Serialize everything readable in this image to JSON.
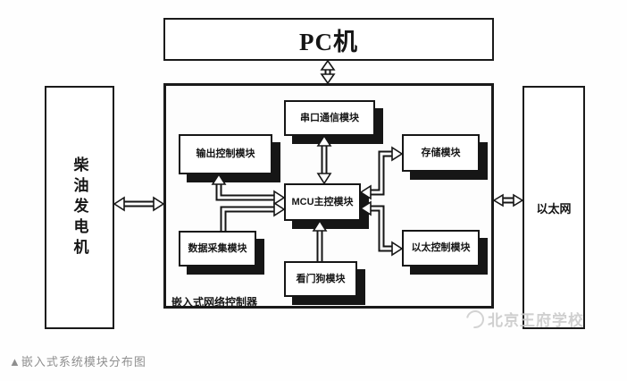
{
  "diagram": {
    "pc_box": "PC机",
    "left_box": "柴油发电机",
    "right_box": "以太网",
    "container_label": "嵌入式网络控制器",
    "modules": {
      "serial": "串口通信模块",
      "output_control": "输出控制模块",
      "mcu": "MCU主控模块",
      "data_acquisition": "数据采集模块",
      "watchdog": "看门狗模块",
      "storage": "存储模块",
      "ethernet_control": "以太控制模块"
    }
  },
  "caption": "▲嵌入式系统模块分布图",
  "watermark": "北京王府学校",
  "colors": {
    "line": "#161616",
    "box_border": "#1a1a1a",
    "shadow": "#161616",
    "background": "#fefefe",
    "caption_text": "#8f8f8f",
    "watermark_text": "#cbcbcb"
  }
}
